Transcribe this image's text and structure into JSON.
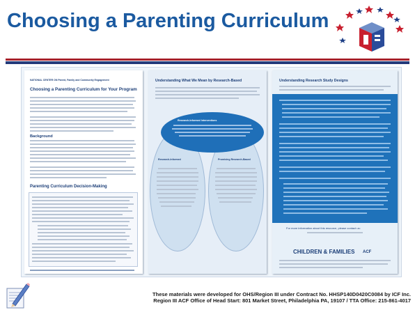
{
  "slide": {
    "title": "Choosing a Parenting Curriculum",
    "footer_line1": "These materials were developed for OHS/Region III under Contract No. HHSP140D0420C0084 by ICF Inc.",
    "footer_line2": "Region III ACF Office of Head Start: 801 Market Street, Philadelphia PA, 19107 / TTA Office: 215-861-4017"
  },
  "document_preview": {
    "page1": {
      "header": "NATIONAL CENTER ON Parent, Family and Community Engagement",
      "title": "Choosing a Parenting Curriculum for Your Program",
      "section": "Background",
      "box_title": "Parenting Curriculum Decision-Making"
    },
    "page2": {
      "title": "Understanding What We Mean by Research-Based",
      "oval_top": "Research-Informed Interventions",
      "oval_left": "Research-Informed",
      "oval_right": "Promising Research-Based"
    },
    "page3": {
      "title": "Understanding Research Study Designs",
      "contact": "For more information about this resource, please contact us:",
      "logo_left": "CHILDREN & FAMILIES",
      "logo_right": "ACF"
    }
  },
  "colors": {
    "title": "#1b5aa0",
    "rule_red": "#a8212b",
    "rule_blue": "#233a7a"
  }
}
